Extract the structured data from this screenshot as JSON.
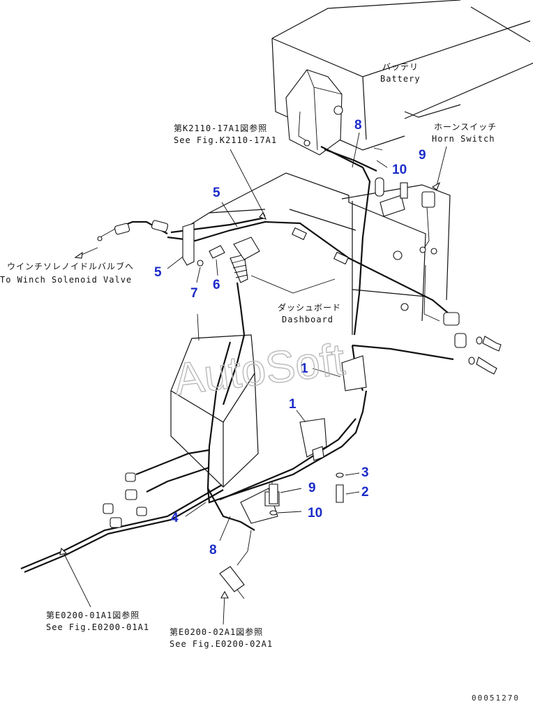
{
  "labels": {
    "battery_jp": "バッテリ",
    "battery_en": "Battery",
    "horn_switch_jp": "ホーンスイッチ",
    "horn_switch_en": "Horn Switch",
    "ref_k2110_jp": "第K2110-17A1図参照",
    "ref_k2110_en": "See Fig.K2110-17A1",
    "winch_jp": "ウインチソレノイドルバルブへ",
    "winch_en": "To Winch Solenoid Valve",
    "dashboard_jp": "ダッシュボード",
    "dashboard_en": "Dashboard",
    "ref_e0200_01_jp": "第E0200-01A1図参照",
    "ref_e0200_01_en": "See Fig.E0200-01A1",
    "ref_e0200_02_jp": "第E0200-02A1図参照",
    "ref_e0200_02_en": "See Fig.E0200-02A1"
  },
  "callouts": {
    "c8_top": "8",
    "c9_top": "9",
    "c10_top": "10",
    "c5_upper": "5",
    "c5_lower": "5",
    "c6": "6",
    "c7": "7",
    "c1_upper": "1",
    "c1_lower": "1",
    "c3": "3",
    "c2": "2",
    "c9_low": "9",
    "c10_low": "10",
    "c4": "4",
    "c8_low": "8"
  },
  "watermark": "AutoSoft",
  "drawing_code": "00051270",
  "colors": {
    "callout": "#1b2cc8",
    "line": "#111111",
    "watermark": "#b9b9b9",
    "background": "#ffffff"
  }
}
